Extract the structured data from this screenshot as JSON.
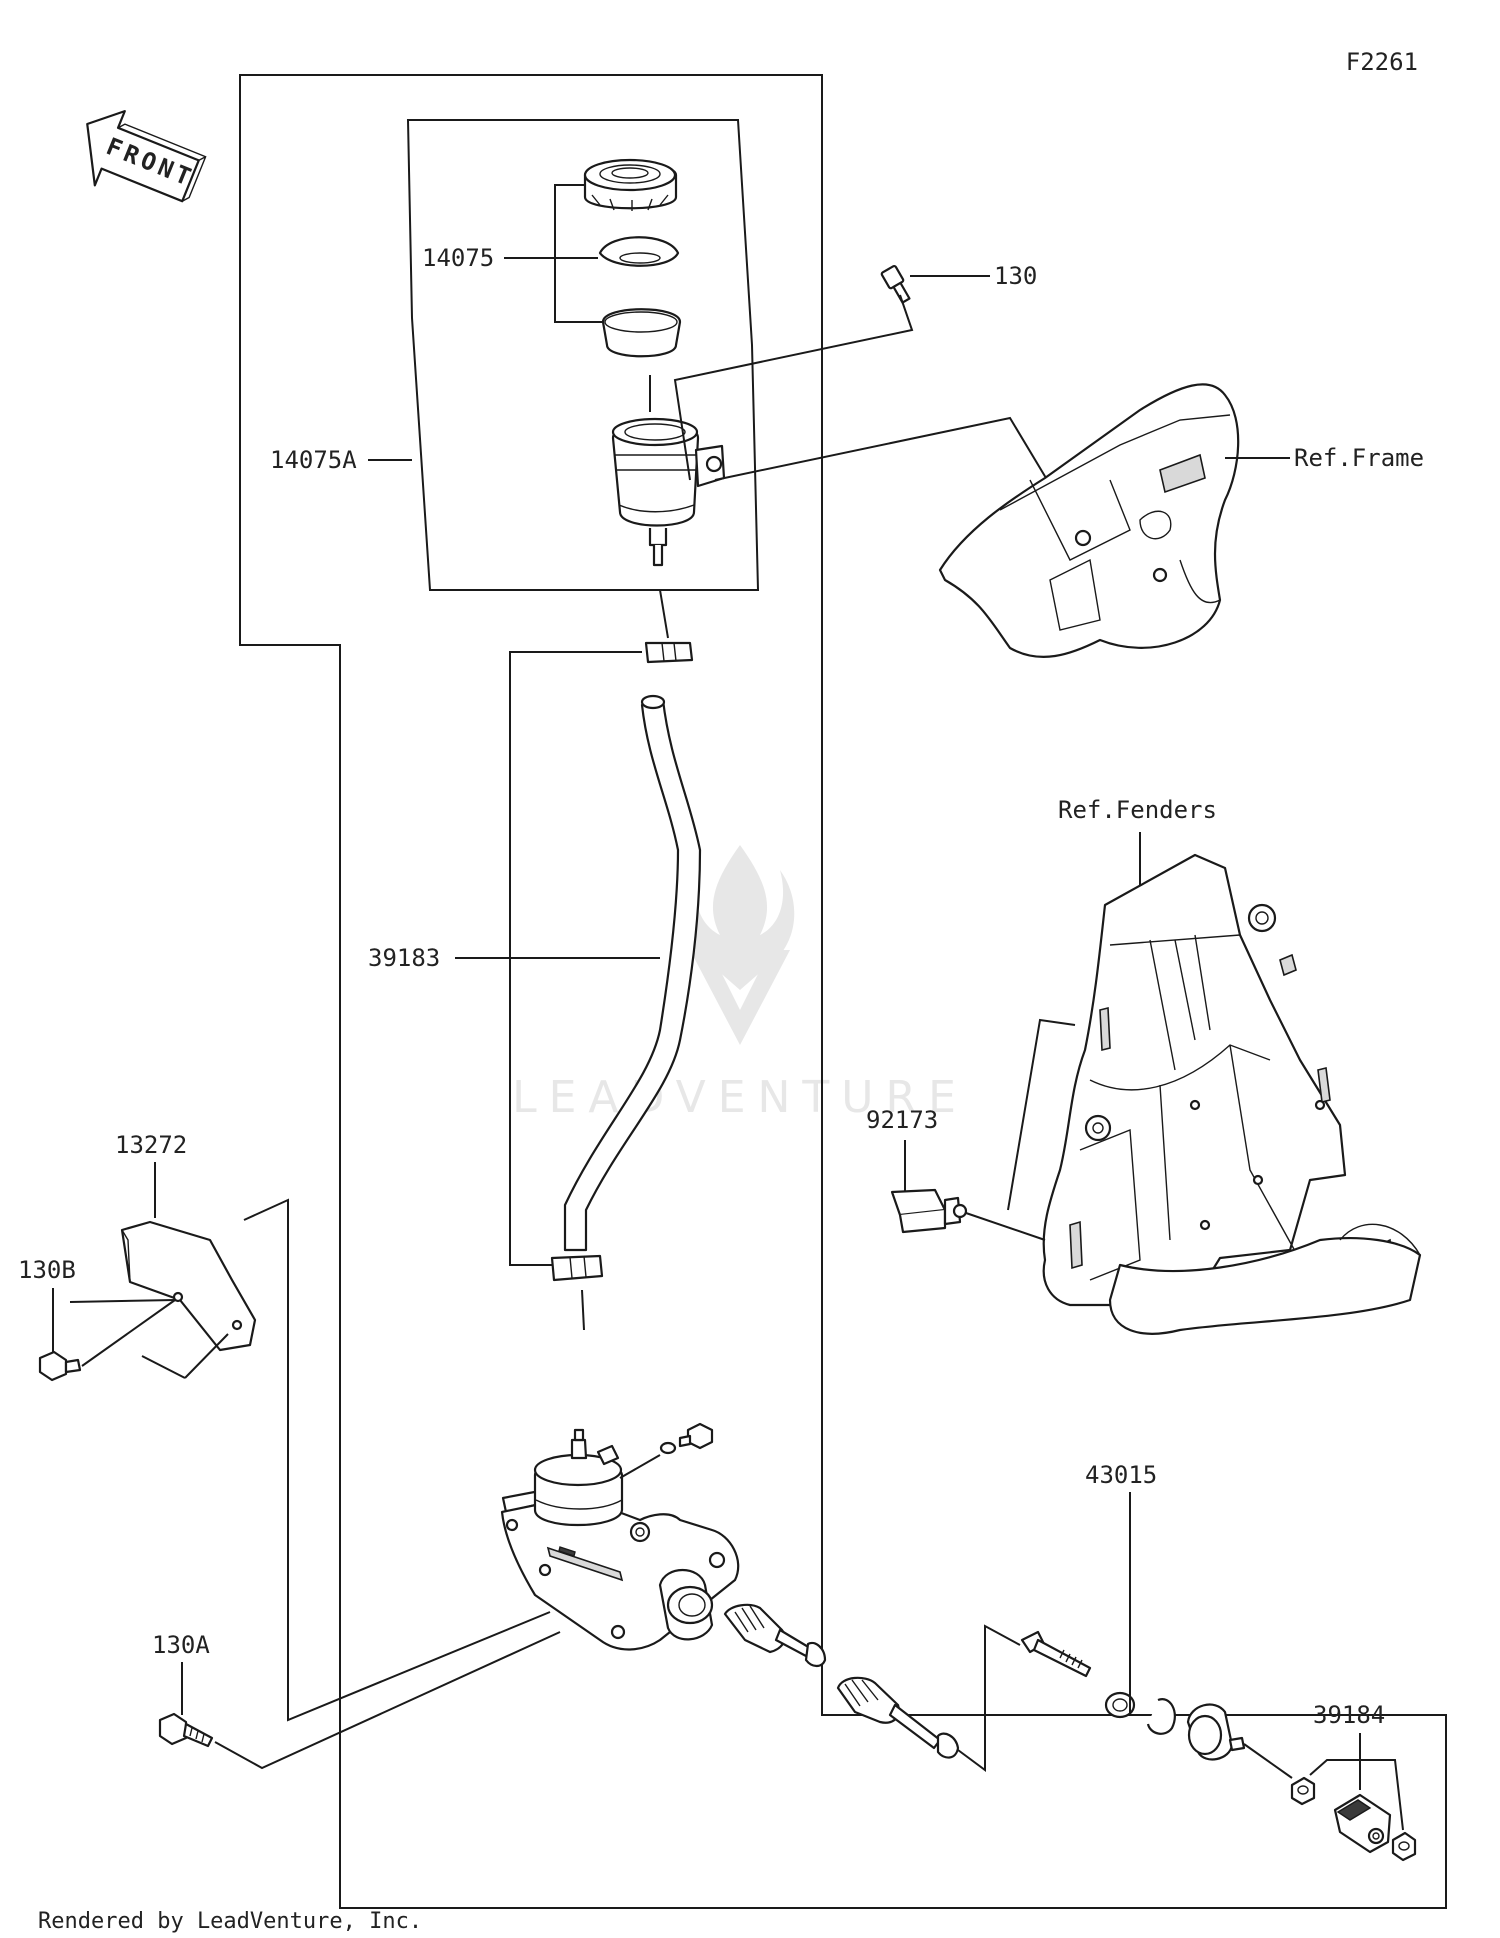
{
  "diagram": {
    "code": "F2261",
    "front_label": "FRONT",
    "watermark": "LEADVENTURE",
    "footer": "Rendered by LeadVenture, Inc.",
    "refs": {
      "frame": "Ref.Frame",
      "fenders": "Ref.Fenders"
    },
    "parts": [
      {
        "id": "14075",
        "label": "14075"
      },
      {
        "id": "14075A",
        "label": "14075A"
      },
      {
        "id": "130",
        "label": "130"
      },
      {
        "id": "39183",
        "label": "39183"
      },
      {
        "id": "92173",
        "label": "92173"
      },
      {
        "id": "13272",
        "label": "13272"
      },
      {
        "id": "130B",
        "label": "130B"
      },
      {
        "id": "43015",
        "label": "43015"
      },
      {
        "id": "130A",
        "label": "130A"
      },
      {
        "id": "39184",
        "label": "39184"
      }
    ]
  }
}
